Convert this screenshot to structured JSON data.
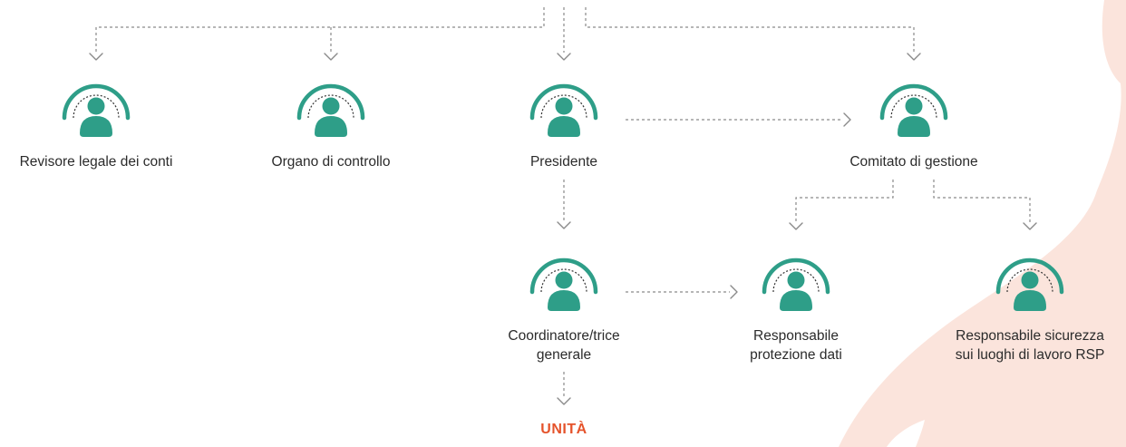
{
  "colors": {
    "accent": "#2e9e88",
    "connector": "#8a8a8a",
    "highlight": "#e5532b",
    "background_shape": "#fbe4dc"
  },
  "icons": {
    "person": "person-icon",
    "arrow": "chevron-arrow-icon"
  },
  "nodes": {
    "revisore": {
      "label": "Revisore legale dei conti"
    },
    "organo": {
      "label": "Organo di controllo"
    },
    "presidente": {
      "label": "Presidente"
    },
    "comitato": {
      "label": "Comitato di gestione"
    },
    "coordinatore": {
      "label": "Coordinatore/trice\ngenerale"
    },
    "rpd": {
      "label": "Responsabile\nprotezione dati"
    },
    "rsp": {
      "label": "Responsabile sicurezza\nsui luoghi di lavoro RSP"
    }
  },
  "terminal": {
    "label": "UNITÀ"
  }
}
